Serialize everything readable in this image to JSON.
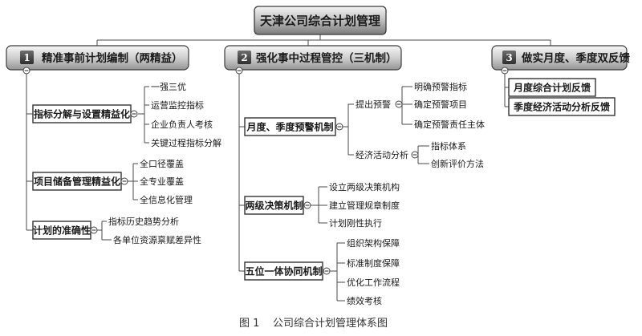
{
  "root": {
    "title": "天津公司综合计划管理"
  },
  "branches": [
    {
      "num": "1",
      "title": "精准事前计划编制（两精益）",
      "children": [
        {
          "label": "指标分解与设置精益化",
          "leaves": [
            "一强三优",
            "运营监控指标",
            "企业负责人考核",
            "关键过程指标分解"
          ]
        },
        {
          "label": "项目储备管理精益化",
          "leaves": [
            "全口径覆盖",
            "全专业覆盖",
            "全信息化管理"
          ]
        },
        {
          "label": "计划的准确性",
          "leaves": [
            "指标历史趋势分析",
            "各单位资源禀赋差异性"
          ]
        }
      ]
    },
    {
      "num": "2",
      "title": "强化事中过程管控（三机制）",
      "children": [
        {
          "label": "月度、季度预警机制",
          "groups": [
            {
              "label": "提出预警",
              "leaves": [
                "明确预警指标",
                "确定预警项目",
                "确定预警责任主体"
              ]
            },
            {
              "label": "经济活动分析",
              "leaves": [
                "指标体系",
                "创新评价方法"
              ]
            }
          ]
        },
        {
          "label": "两级决策机制",
          "leaves": [
            "设立两级决策机构",
            "建立管理规章制度",
            "计划刚性执行"
          ]
        },
        {
          "label": "五位一体协同机制",
          "leaves": [
            "组织架构保障",
            "标准制度保障",
            "优化工作流程",
            "绩效考核"
          ]
        }
      ]
    },
    {
      "num": "3",
      "title": "做实月度、季度双反馈",
      "children": [
        {
          "label": "月度综合计划反馈"
        },
        {
          "label": "季度经济活动分析反馈"
        }
      ]
    }
  ],
  "caption": {
    "fig": "图 1",
    "text": "公司综合计划管理体系图"
  }
}
